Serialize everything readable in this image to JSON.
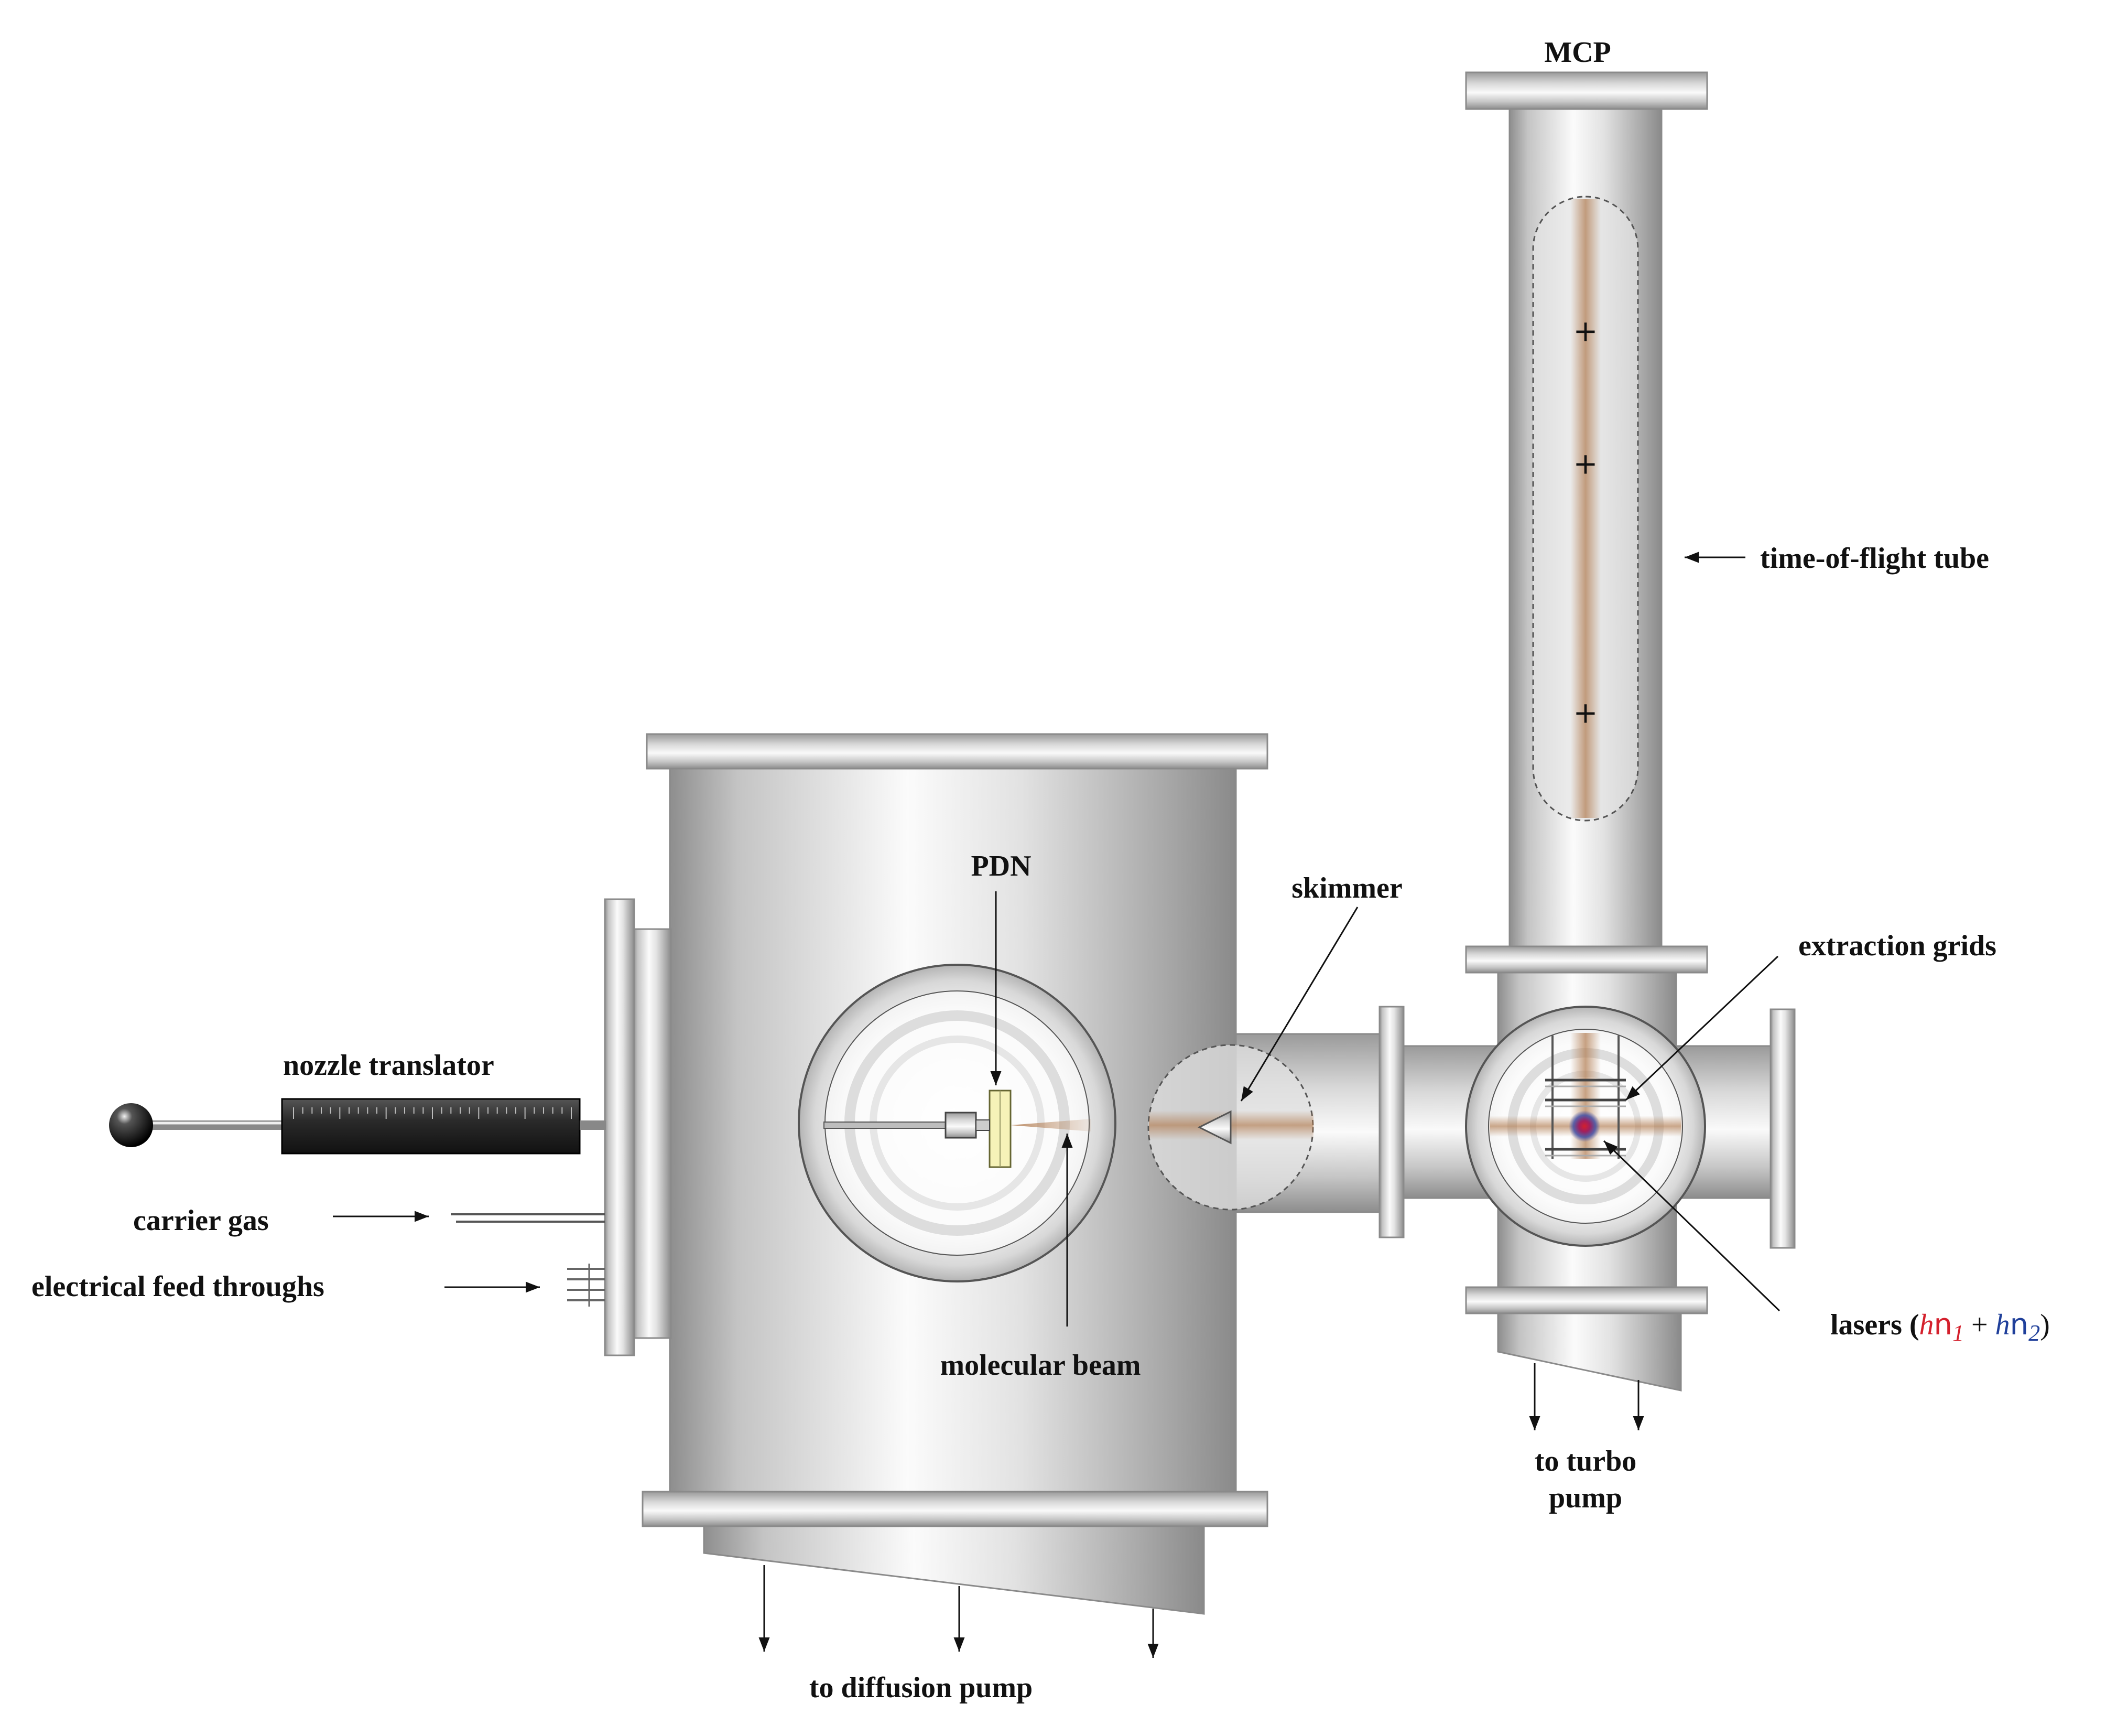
{
  "labels": {
    "mcp": "MCP",
    "tof_tube": "time-of-flight tube",
    "pdn": "PDN",
    "skimmer": "skimmer",
    "extraction_grids": "extraction grids",
    "nozzle_translator": "nozzle translator",
    "carrier_gas": "carrier gas",
    "electrical_feed": "electrical feed throughs",
    "molecular_beam": "molecular beam",
    "lasers_prefix": "lasers (",
    "laser_h1": "h",
    "laser_nu1": "n",
    "laser_sub1": "1",
    "laser_plus": " + ",
    "laser_h2": "h",
    "laser_nu2": "n",
    "laser_sub2": "2",
    "lasers_suffix": ")",
    "turbo_line1": "to turbo",
    "turbo_line2": "pump",
    "diffusion_pump": "to diffusion pump",
    "ion_markers": [
      "+",
      "+",
      "+"
    ]
  },
  "colors": {
    "laser1": "#d4202c",
    "laser2": "#1f3f9a",
    "beam": "#b07a4e",
    "grid_holder": "#f6f2b8"
  }
}
